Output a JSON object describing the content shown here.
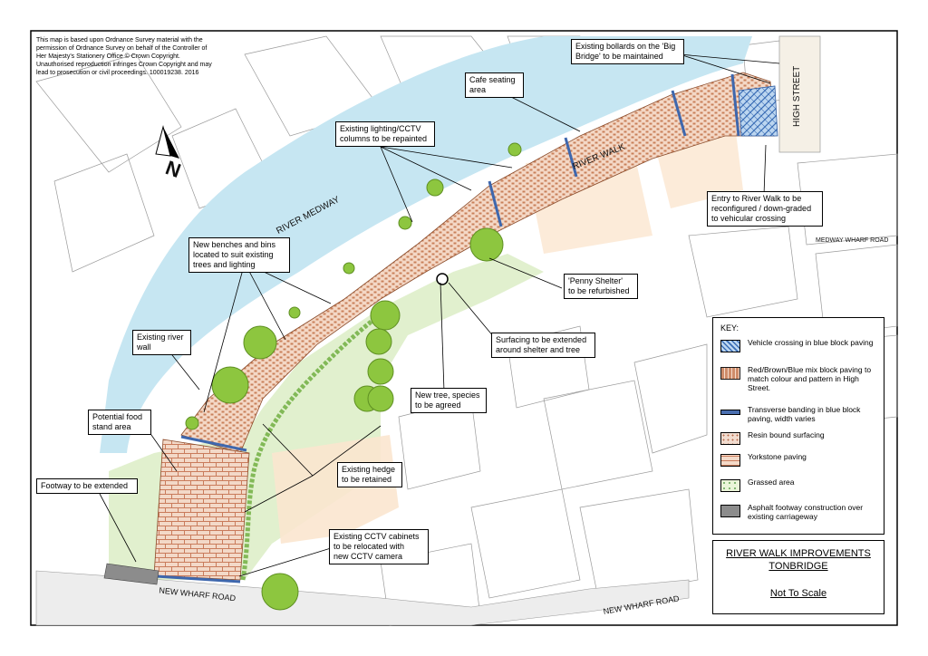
{
  "copyright": "This map is based upon Ordnance Survey material with the\npermission of Ordnance Survey on behalf of the Controller of\nHer Majesty's Stationery Office © Crown Copyright.\nUnauthorised reproduction infringes Crown Copyright and may\nlead to prosecution or civil proceedings. 100019238. 2016",
  "map_labels": {
    "river": "RIVER MEDWAY",
    "river_walk": "RIVER WALK",
    "high_street": "HIGH STREET",
    "medway_wharf_road": "MEDWAY WHARF ROAD",
    "new_wharf_road_left": "NEW WHARF ROAD",
    "new_wharf_road_right": "NEW WHARF ROAD",
    "north": "N"
  },
  "callouts": {
    "bollards": "Existing bollards on the 'Big\nBridge' to be maintained",
    "cafe": "Cafe seating\narea",
    "lighting": "Existing lighting/CCTV\ncolumns to be repainted",
    "entry": "Entry to River Walk to be\nreconfigured / down-graded\nto vehicular crossing",
    "benches": "New benches and bins\nlocated to suit existing\ntrees and lighting",
    "penny": "'Penny Shelter'\nto be refurbished",
    "surfacing": "Surfacing to be extended\naround shelter and tree",
    "river_wall": "Existing river\nwall",
    "new_tree": "New tree, species\nto be agreed",
    "food_stand": "Potential food\nstand area",
    "hedge": "Existing hedge\nto be retained",
    "footway": "Footway to be extended",
    "cctv": "Existing CCTV cabinets\nto be relocated with\nnew CCTV camera"
  },
  "key": {
    "title": "KEY:",
    "items": [
      {
        "label": "Vehicle crossing in blue block paving",
        "swatch": "blue-herringbone"
      },
      {
        "label": "Red/Brown/Blue mix block paving to match colour and pattern in High Street.",
        "swatch": "red-block"
      },
      {
        "label": "Transverse banding in blue block paving, width varies",
        "swatch": "blue-band"
      },
      {
        "label": "Resin bound surfacing",
        "swatch": "resin"
      },
      {
        "label": "Yorkstone paving",
        "swatch": "yorkstone"
      },
      {
        "label": "Grassed area",
        "swatch": "grass"
      },
      {
        "label": "Asphalt footway construction over existing carriageway",
        "swatch": "asphalt"
      }
    ]
  },
  "title_block": {
    "line1": "RIVER WALK IMPROVEMENTS",
    "line2": "TONBRIDGE",
    "scale": "Not To Scale"
  },
  "colors": {
    "river": "#c6e6f2",
    "grass": "#d9ecc2",
    "building_fill": "#fbe6cf",
    "paving": "#d9a07a",
    "blue_band": "#4a6fb0",
    "asphalt": "#8c8c8c",
    "tree": "#8dc63f"
  }
}
